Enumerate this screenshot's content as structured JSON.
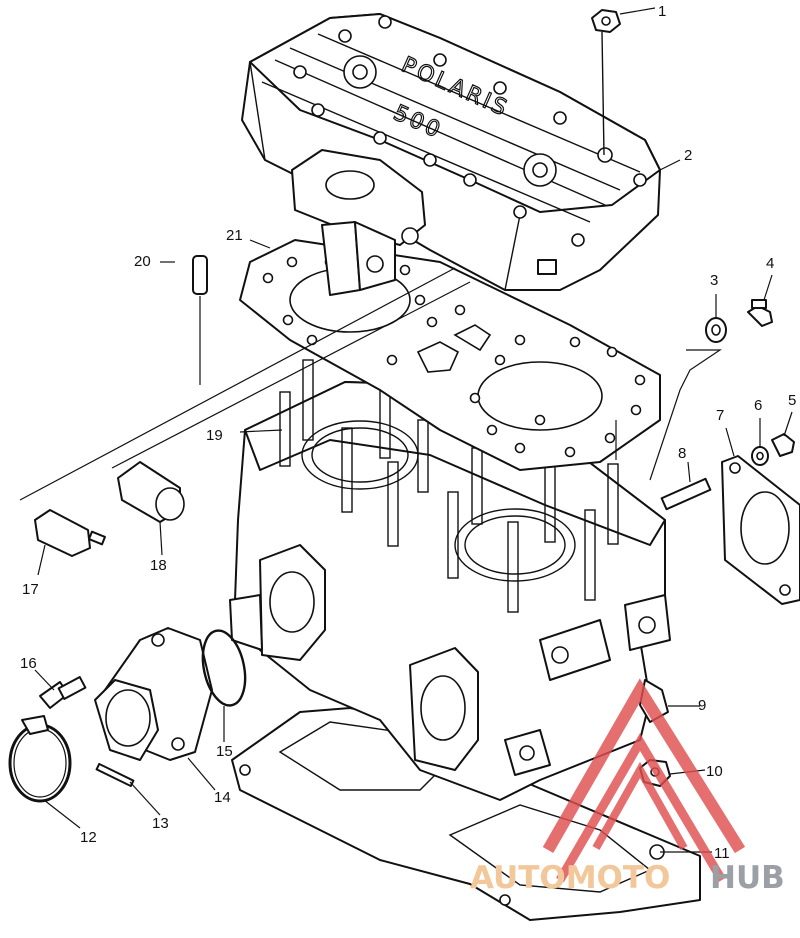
{
  "diagram": {
    "cover_embossing": [
      "POLARIS",
      "500"
    ],
    "callouts": [
      {
        "id": "1",
        "text": "1"
      },
      {
        "id": "2",
        "text": "2"
      },
      {
        "id": "3",
        "text": "3"
      },
      {
        "id": "4",
        "text": "4"
      },
      {
        "id": "5",
        "text": "5"
      },
      {
        "id": "6",
        "text": "6"
      },
      {
        "id": "7",
        "text": "7"
      },
      {
        "id": "8",
        "text": "8"
      },
      {
        "id": "9",
        "text": "9"
      },
      {
        "id": "10",
        "text": "10"
      },
      {
        "id": "11",
        "text": "11"
      },
      {
        "id": "12",
        "text": "12"
      },
      {
        "id": "13",
        "text": "13"
      },
      {
        "id": "14",
        "text": "14"
      },
      {
        "id": "15",
        "text": "15"
      },
      {
        "id": "16",
        "text": "16"
      },
      {
        "id": "17",
        "text": "17"
      },
      {
        "id": "18",
        "text": "18"
      },
      {
        "id": "19",
        "text": "19"
      },
      {
        "id": "20",
        "text": "20"
      },
      {
        "id": "21",
        "text": "21"
      }
    ]
  },
  "watermark": {
    "text_a": "AUTOMOTO",
    "text_b": "HUB",
    "color_a": "#f2c79a",
    "color_b": "#9aa0a6",
    "logo_color": "#e05050"
  }
}
